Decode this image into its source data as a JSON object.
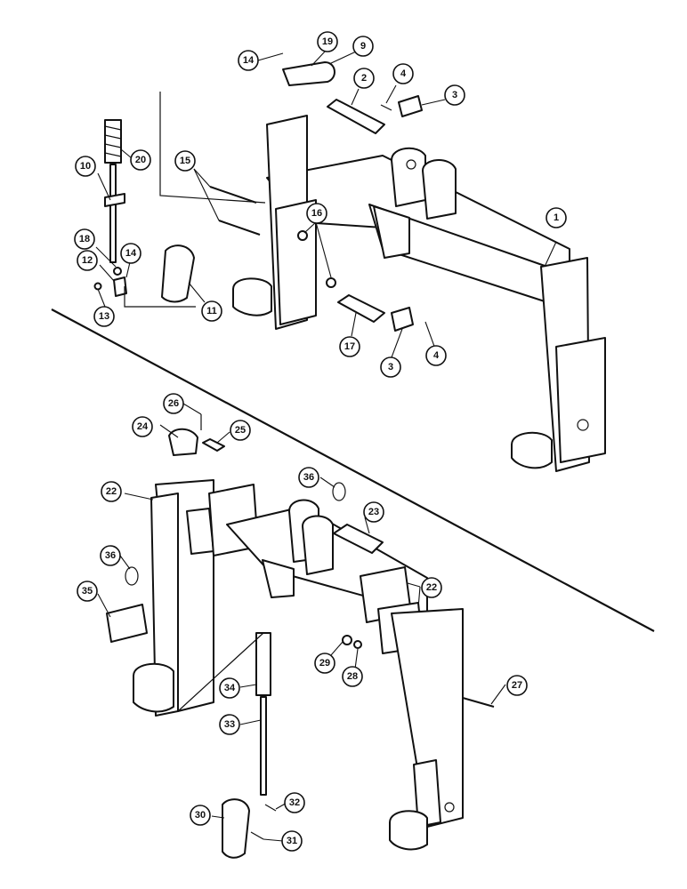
{
  "callouts": [
    {
      "label": "1"
    },
    {
      "label": "2"
    },
    {
      "label": "3"
    },
    {
      "label": "4"
    },
    {
      "label": "9"
    },
    {
      "label": "10"
    },
    {
      "label": "11"
    },
    {
      "label": "12"
    },
    {
      "label": "13"
    },
    {
      "label": "14"
    },
    {
      "label": "14"
    },
    {
      "label": "15"
    },
    {
      "label": "16"
    },
    {
      "label": "17"
    },
    {
      "label": "18"
    },
    {
      "label": "19"
    },
    {
      "label": "20"
    },
    {
      "label": "3"
    },
    {
      "label": "4"
    },
    {
      "label": "22"
    },
    {
      "label": "22"
    },
    {
      "label": "23"
    },
    {
      "label": "24"
    },
    {
      "label": "25"
    },
    {
      "label": "26"
    },
    {
      "label": "27"
    },
    {
      "label": "28"
    },
    {
      "label": "29"
    },
    {
      "label": "30"
    },
    {
      "label": "31"
    },
    {
      "label": "32"
    },
    {
      "label": "33"
    },
    {
      "label": "34"
    },
    {
      "label": "35"
    },
    {
      "label": "36"
    },
    {
      "label": "36"
    }
  ]
}
